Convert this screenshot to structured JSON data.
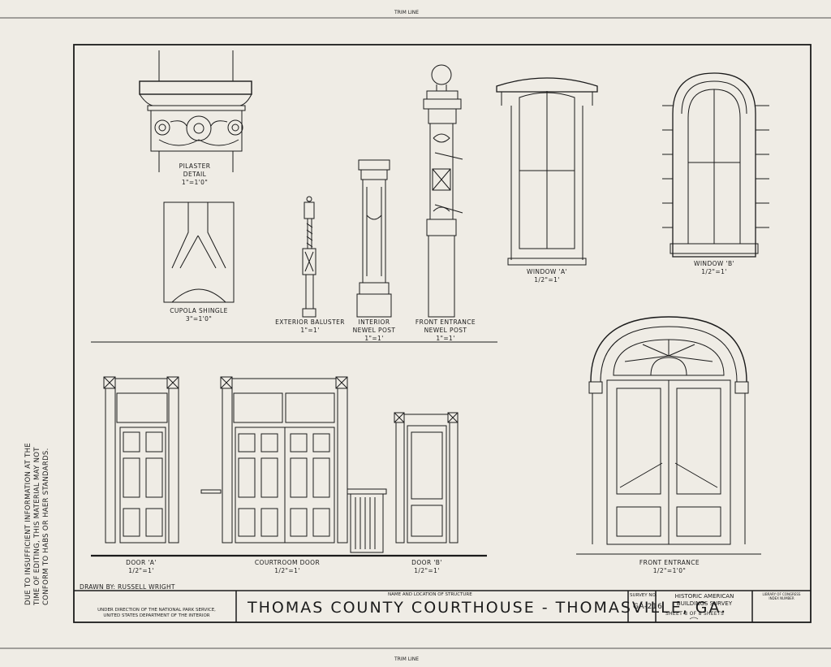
{
  "sheet": {
    "trim_line_top": "TRIM LINE",
    "trim_line_bottom": "TRIM LINE",
    "side_note": [
      "DUE TO INSUFFICIENT INFORMATION AT THE",
      "TIME OF EDITING, THIS MATERIAL MAY NOT",
      "CONFORM TO HABS OR HAER STANDARDS."
    ]
  },
  "details": {
    "pilaster": {
      "title": "PILASTER",
      "subtitle": "DETAIL",
      "scale": "1\"=1'0\""
    },
    "cupola_shingle": {
      "title": "CUPOLA SHINGLE",
      "scale": "3\"=1'0\""
    },
    "exterior_baluster": {
      "title": "EXTERIOR BALUSTER",
      "scale": "1\"=1'"
    },
    "interior_newel": {
      "title": "INTERIOR",
      "subtitle": "NEWEL POST",
      "scale": "1\"=1'"
    },
    "front_newel": {
      "title": "FRONT ENTRANCE",
      "subtitle": "NEWEL POST",
      "scale": "1\"=1'"
    },
    "window_a": {
      "title": "WINDOW 'A'",
      "scale": "1/2\"=1'"
    },
    "window_b": {
      "title": "WINDOW 'B'",
      "scale": "1/2\"=1'"
    },
    "door_a": {
      "title": "DOOR 'A'",
      "scale": "1/2\"=1'"
    },
    "courtroom_door": {
      "title": "COURTROOM DOOR",
      "scale": "1/2\"=1'"
    },
    "door_b": {
      "title": "DOOR 'B'",
      "scale": "1/2\"=1'"
    },
    "front_entrance": {
      "title": "FRONT ENTRANCE",
      "scale": "1/2\"=1'0\""
    }
  },
  "title_block": {
    "drawn_by": "DRAWN BY: RUSSELL WRIGHT",
    "direction": [
      "UNDER DIRECTION OF THE NATIONAL PARK SERVICE,",
      "UNITED STATES DEPARTMENT OF THE INTERIOR"
    ],
    "name_location_label": "NAME AND LOCATION OF STRUCTURE",
    "structure_title": "THOMAS COUNTY COURTHOUSE - THOMASVILLE, GA.",
    "survey_no_label": "SURVEY NO.",
    "survey_no": "GA-216",
    "agency": [
      "HISTORIC AMERICAN",
      "BUILDINGS SURVEY"
    ],
    "sheet_of": "SHEET 8 OF 8 SHEETS",
    "library_note": [
      "LIBRARY OF CONGRESS",
      "INDEX NUMBER"
    ]
  }
}
